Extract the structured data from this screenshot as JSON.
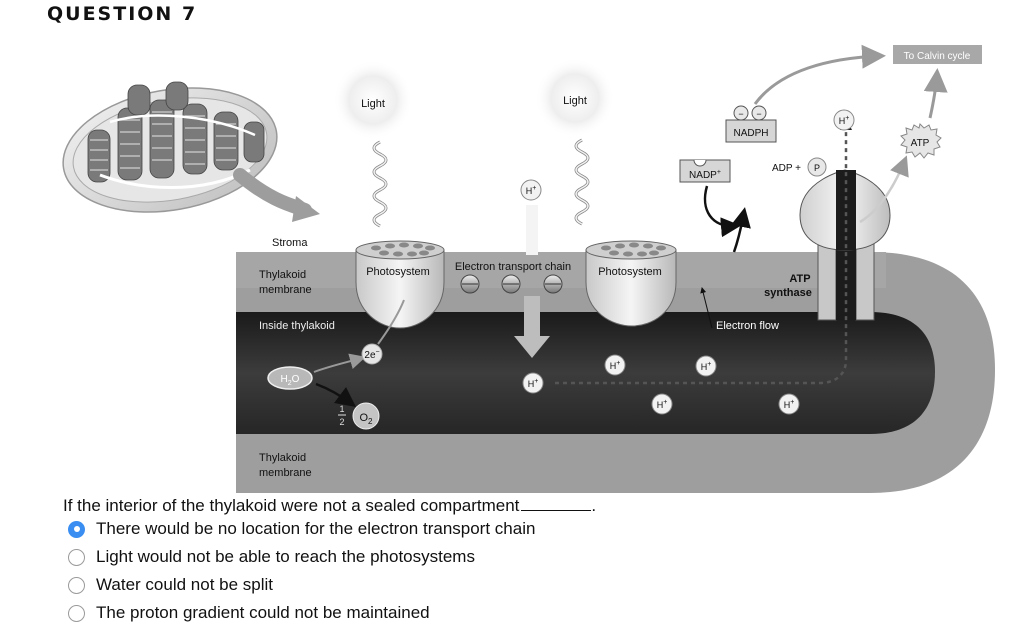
{
  "question": {
    "title": "QUESTION 7",
    "prompt": "If the interior of the thylakoid were not a sealed compartment",
    "prompt_end": ".",
    "options": [
      {
        "label": "There would be no location for the electron transport chain",
        "selected": true
      },
      {
        "label": "Light would not be able to reach the photosystems",
        "selected": false
      },
      {
        "label": "Water could not be split",
        "selected": false
      },
      {
        "label": "The proton gradient could not be maintained",
        "selected": false
      }
    ],
    "selected_color": "#3a8ef2"
  },
  "diagram": {
    "labels": {
      "stroma": "Stroma",
      "thylakoid_membrane_1": "Thylakoid",
      "thylakoid_membrane_2": "membrane",
      "inside_thylakoid": "Inside thylakoid",
      "light_1": "Light",
      "light_2": "Light",
      "photosystem_1": "Photosystem",
      "photosystem_2": "Photosystem",
      "electron_transport_chain": "Electron transport chain",
      "electron_flow": "Electron flow",
      "atp_synthase_1": "ATP",
      "atp_synthase_2": "synthase",
      "nadp": "NADP",
      "nadp_sup": "+",
      "nadph": "NADPH",
      "adp_plus": "ADP +",
      "p": "P",
      "atp": "ATP",
      "to_calvin_cycle": "To Calvin cycle",
      "h2o": "H",
      "h2o_sub": "2",
      "h2o_end": "O",
      "two_e": "2e",
      "two_e_sup": "−",
      "half_num": "1",
      "half_den": "2",
      "o2": "O",
      "o2_sub": "2",
      "h_plus": "H",
      "h_plus_sup": "+",
      "minus": "−",
      "bottom_membrane_1": "Thylakoid",
      "bottom_membrane_2": "membrane"
    }
  }
}
